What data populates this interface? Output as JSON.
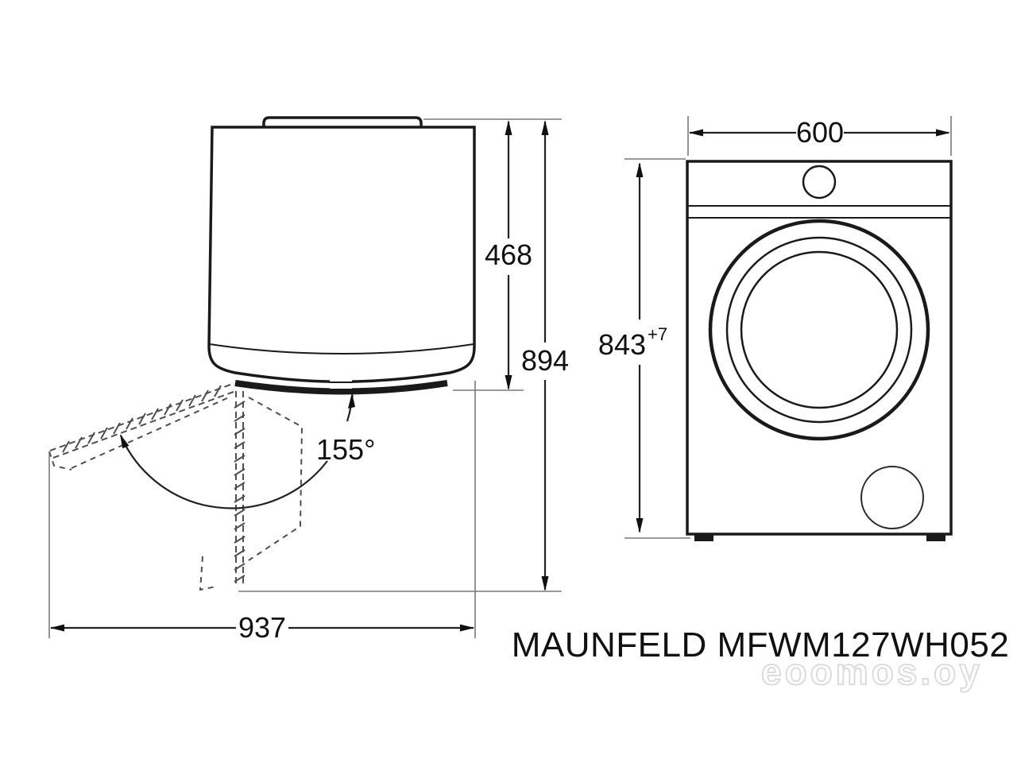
{
  "title": "MAUNFELD MFWM127WH052",
  "watermark": "eoomos.oy",
  "top_view": {
    "depth": "468",
    "depth_with_door_open": "894",
    "width_with_door_open": "937",
    "door_angle": "155°"
  },
  "front_view": {
    "width": "600",
    "height": "843",
    "height_tolerance": "+7"
  },
  "colors": {
    "line": "#1a1a1a",
    "dimension_line": "#222222",
    "extension_line": "#7a7a7a",
    "dashed_line": "#4f4f4f",
    "watermark": "#d9d9d9",
    "background": "#ffffff"
  }
}
